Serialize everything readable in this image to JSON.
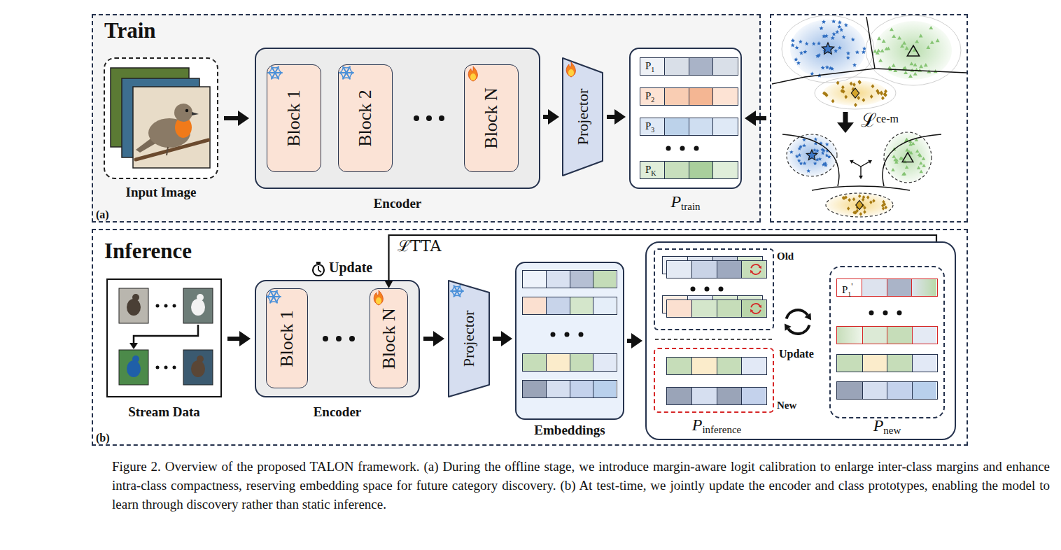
{
  "diagram": {
    "caption": "Figure 2. Overview of the proposed TALON framework. (a) During the offline stage, we introduce margin-aware logit calibration to enlarge inter-class margins and enhance intra-class compactness, reserving embedding space for future category discovery. (b) At test-time, we jointly update the encoder and class prototypes, enabling the model to learn through discovery rather than static inference.",
    "nodes": [
      {
        "text": [
          "Train",
          "(a)"
        ]
      },
      {
        "text": [
          "Input Image"
        ],
        "in": 0
      },
      {
        "text": [
          "Encoder"
        ],
        "in": 0
      },
      {
        "text": [
          "Block 1"
        ],
        "in": 2
      },
      {
        "text": [
          "Block 2"
        ],
        "in": 2
      },
      {
        "text": [
          "Block N"
        ],
        "in": 2
      },
      {
        "text": [
          "Projector"
        ],
        "in": 0
      },
      {
        "text": [
          "P",
          "train"
        ],
        "in": 0
      },
      {
        "text": [
          "P",
          "1"
        ],
        "in": 7
      },
      {
        "text": [
          "P",
          "2"
        ],
        "in": 7
      },
      {
        "text": [
          "P",
          "3"
        ],
        "in": 7
      },
      {
        "text": [
          "P",
          "K"
        ],
        "in": 7
      },
      {
        "text": [
          "ℒ",
          "ce-m"
        ]
      },
      {
        "text": [
          "Inference",
          "(b)"
        ]
      },
      {
        "text": [
          "Stream Data"
        ],
        "in": 13
      },
      {
        "text": [
          "Encoder"
        ],
        "in": 13
      },
      {
        "text": [
          "Block 1"
        ],
        "in": 15
      },
      {
        "text": [
          "Block N"
        ],
        "in": 15
      },
      {
        "text": [
          "Projector"
        ],
        "in": 13
      },
      {
        "text": [
          "Embeddings"
        ],
        "in": 13
      },
      {
        "text": [
          "P",
          "inference"
        ],
        "in": 13
      },
      {
        "text": [
          "Old"
        ],
        "in": 20
      },
      {
        "text": [
          "New"
        ],
        "in": 20
      },
      {
        "text": [
          "P",
          "new"
        ],
        "in": 20
      },
      {
        "text": [
          "P",
          "1",
          "'"
        ],
        "in": 23
      }
    ],
    "edges": [
      {
        "from": 1,
        "to": 2,
        "arrow": "to"
      },
      {
        "from": 2,
        "to": 6,
        "arrow": "to"
      },
      {
        "from": 6,
        "to": 7,
        "arrow": "to"
      },
      {
        "from": 12,
        "to": 7,
        "arrow": "to"
      },
      {
        "from": 14,
        "to": 15,
        "arrow": "to"
      },
      {
        "from": 15,
        "to": 18,
        "arrow": "to"
      },
      {
        "from": 18,
        "to": 19,
        "arrow": "to"
      },
      {
        "from": 19,
        "to": 20,
        "arrow": "to"
      },
      {
        "from": 20,
        "to": 17,
        "label": "ℒTTA",
        "arrow": "to"
      }
    ],
    "labels": [
      "Update",
      "Update"
    ]
  }
}
